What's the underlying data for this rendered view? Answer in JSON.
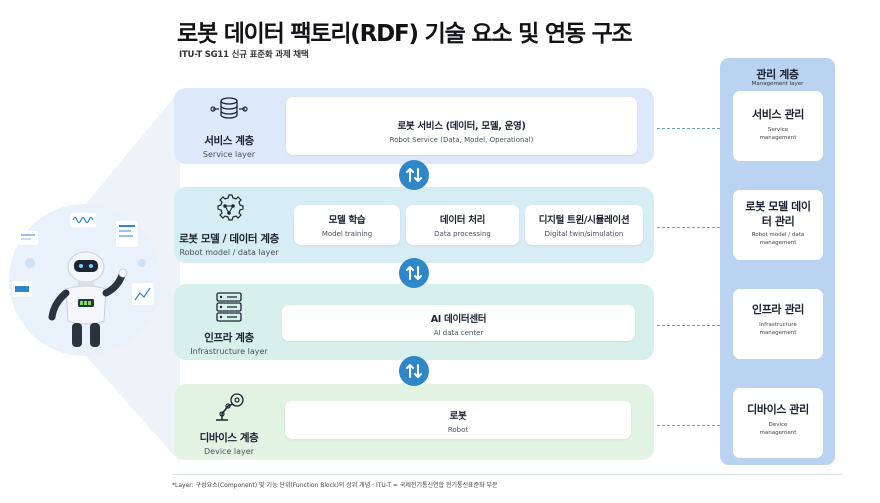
{
  "title": "로봇 데이터 팩토리(RDF) 기술 요소 및 연동 구조",
  "subtitle": "ITU-T SG11 신규 표준화 과제 채택",
  "layers": {
    "service": {
      "name": "서비스 계층",
      "name_en": "Service layer",
      "boxes": [
        {
          "label": "로봇 서비스 (데이터, 모델, 운영)",
          "label_en": "Robot Service (Data, Model, Operational)"
        }
      ]
    },
    "model": {
      "name": "로봇 모델 / 데이터 계층",
      "name_en": "Robot model / data layer",
      "boxes": [
        {
          "label": "모델 학습",
          "label_en": "Model training"
        },
        {
          "label": "데이터 처리",
          "label_en": "Data processing"
        },
        {
          "label": "디지털 트윈/시뮬레이션",
          "label_en": "Digital twin/simulation"
        }
      ]
    },
    "infra": {
      "name": "인프라 계층",
      "name_en": "Infrastructure layer",
      "boxes": [
        {
          "label": "AI 데이터센터",
          "label_en": "AI data center"
        }
      ]
    },
    "device": {
      "name": "디바이스 계층",
      "name_en": "Device layer",
      "boxes": [
        {
          "label": "로봇",
          "label_en": "Robot"
        }
      ]
    }
  },
  "management": {
    "title": "관리 계층",
    "title_en": "Management layer",
    "items": [
      {
        "label": "서비스 관리",
        "label_en": "Service management"
      },
      {
        "label": "로봇 모델 데이터 관리",
        "label_en": "Robot model / data management"
      },
      {
        "label": "인프라 관리",
        "label_en": "Infrastructure management"
      },
      {
        "label": "디바이스 관리",
        "label_en": "Device management"
      }
    ]
  },
  "footnote": "*Layer: 구성요소(Component) 및 기능 단위(Function Block)의 상위 개념 · ITU-T = 국제전기통신연합 전기통신표준화 부문",
  "icons": {
    "service": "database-gear-icon",
    "model": "neural-network-gear-icon",
    "infra": "server-rack-icon",
    "device": "robot-arm-gear-icon",
    "connector": "up-down-arrows-icon"
  },
  "colors": {
    "service_bg": "#dce9fb",
    "model_bg": "#d6edf3",
    "infra_bg": "#d8f0ec",
    "device_bg": "#e3f3e3",
    "management_bg": "#b9d3f1",
    "arrow": "#2f87c9",
    "dash": "#6aa6d8"
  }
}
